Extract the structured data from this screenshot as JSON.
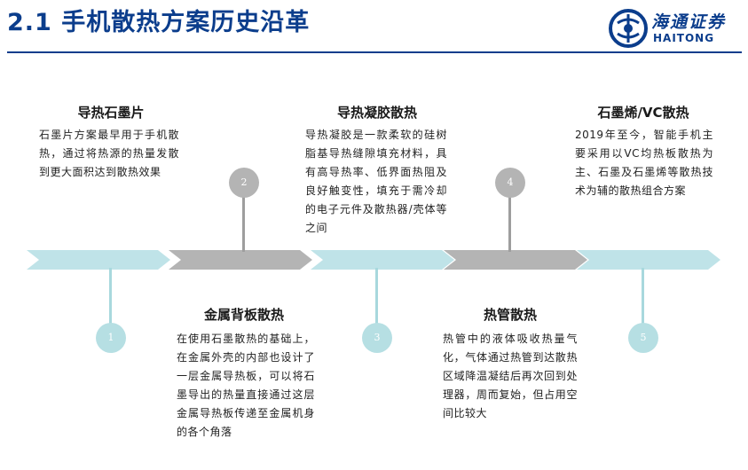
{
  "header": {
    "title": "2.1 手机散热方案历史沿革",
    "logo_cn": "海通证券",
    "logo_en": "HAITONG"
  },
  "timeline": [
    {
      "number": "1",
      "title": "导热石墨片",
      "body": "石墨片方案最早用于手机散热，通过将热源的热量发散到更大面积达到散热效果"
    },
    {
      "number": "2",
      "title": "金属背板散热",
      "body": "在使用石墨散热的基础上，在金属外壳的内部也设计了一层金属导热板，可以将石墨导出的热量直接通过这层金属导热板传递至金属机身的各个角落"
    },
    {
      "number": "3",
      "title": "导热凝胶散热",
      "body": "导热凝胶是一款柔软的硅树脂基导热缝隙填充材料，具有高导热率、低界面热阻及良好触变性，填充于需冷却的电子元件及散热器/壳体等之间"
    },
    {
      "number": "4",
      "title": "热管散热",
      "body": "热管中的液体吸收热量气化，气体通过热管到达散热区域降温凝结后再次回到处理器，周而复始，但占用空间比较大"
    },
    {
      "number": "5",
      "title": "石墨烯/VC散热",
      "body": "2019年至今，智能手机主要采用以VC均热板散热为主、石墨及石墨烯等散热技术为辅的散热组合方案"
    }
  ],
  "colors": {
    "title_blue": "#0b3d8c",
    "teal_chevron": "#bfe3e8",
    "gray_chevron": "#b4b4b4",
    "teal_stem": "#a8d8dd",
    "gray_stem": "#9e9e9e"
  }
}
